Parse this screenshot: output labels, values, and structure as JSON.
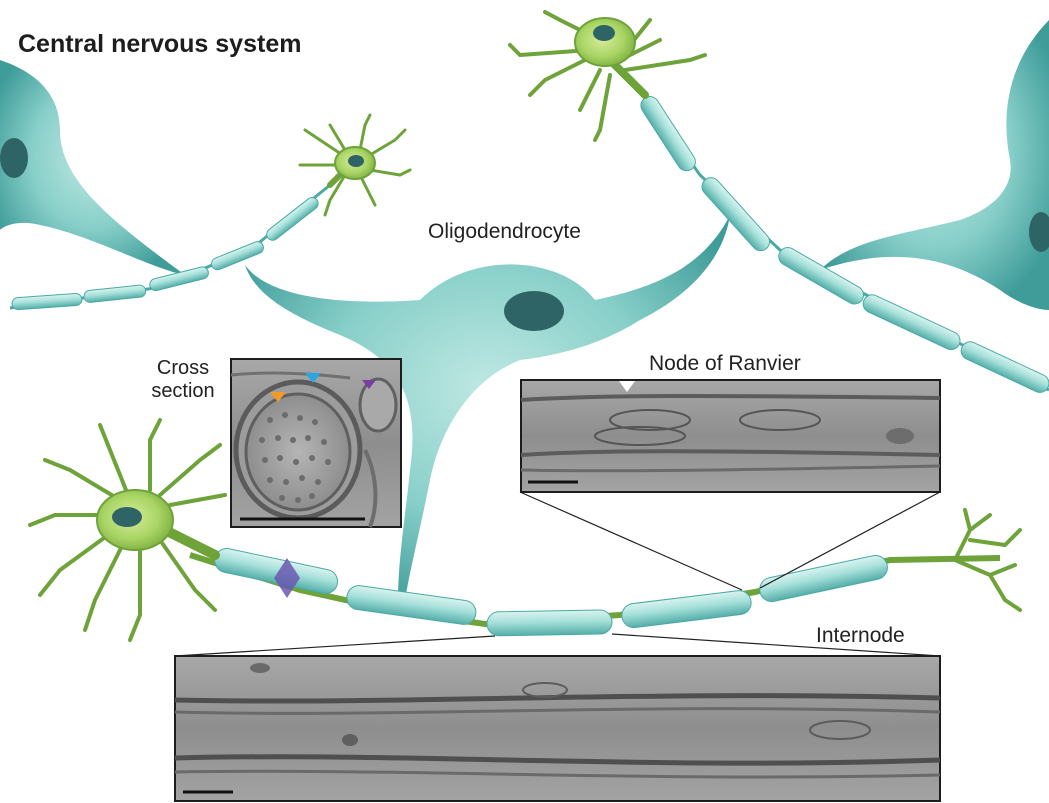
{
  "title": "Central nervous system",
  "labels": {
    "oligodendrocyte": "Oligodendrocyte",
    "cross_section_line1": "Cross",
    "cross_section_line2": "section",
    "node_of_ranvier": "Node of Ranvier",
    "internode": "Internode"
  },
  "colors": {
    "myelin_cell": "#8fd1cc",
    "myelin_dark": "#4aa9a5",
    "nucleus": "#2f6466",
    "neuron": "#9ccc5a",
    "neuron_dark": "#6ea33a",
    "micrograph_bg": "#9a9a9a",
    "arrow_orange": "#f39a2b",
    "arrow_blue": "#2aa7e0",
    "arrow_purple": "#7b3fa0",
    "arrow_white": "#ffffff",
    "cross_section_marker": "#6a58b0"
  },
  "icons": {
    "orange_marker": "orange-arrowhead-icon",
    "blue_marker": "blue-arrowhead-icon",
    "purple_marker": "purple-arrowhead-icon",
    "white_marker": "white-arrowhead-icon",
    "plane_marker": "cross-section-plane-icon"
  }
}
